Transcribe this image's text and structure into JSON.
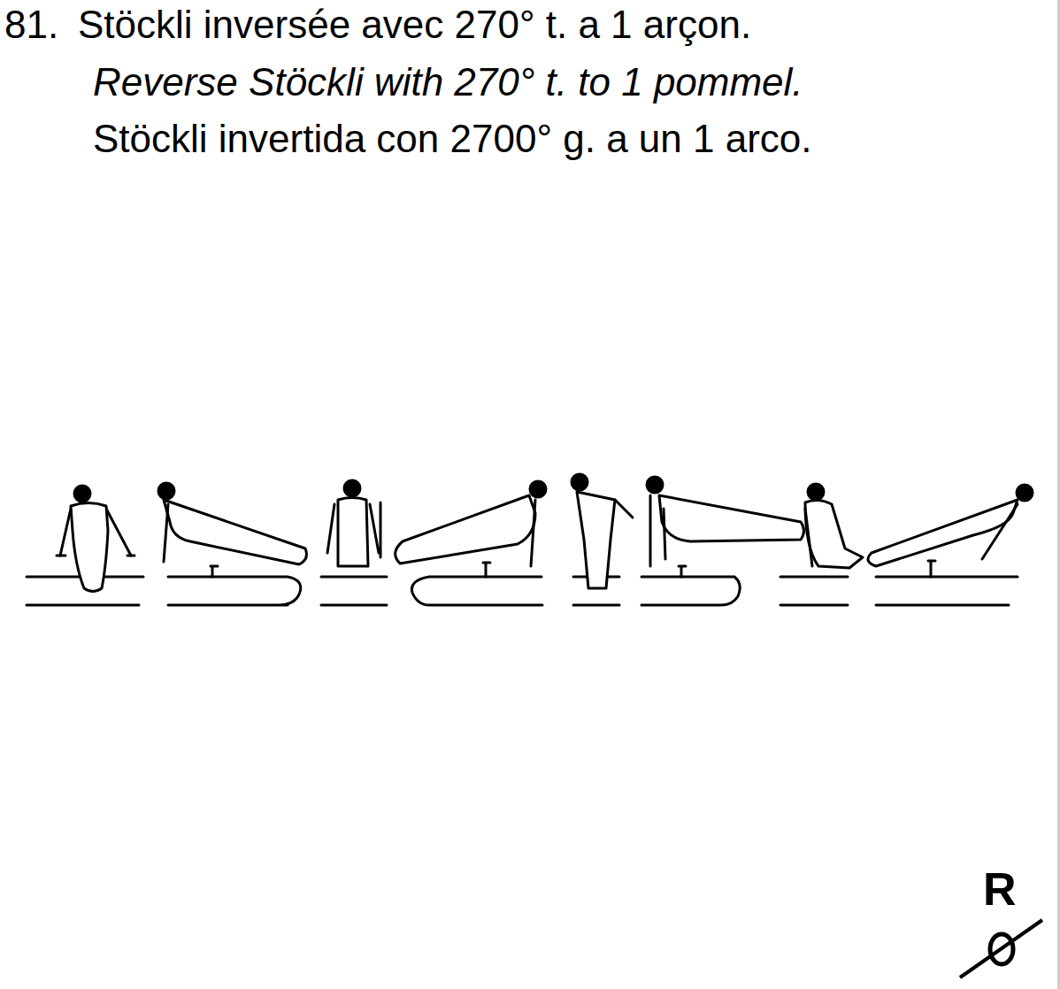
{
  "diagram": {
    "labels": [
      "81.",
      "Stöckli inversée avec 270° t. a 1 arçon.",
      "Reverse Stöckli with 270° t. to 1 pommel.",
      "Stöckli invertida con 2700° g. a un 1 arco.",
      "R"
    ]
  }
}
